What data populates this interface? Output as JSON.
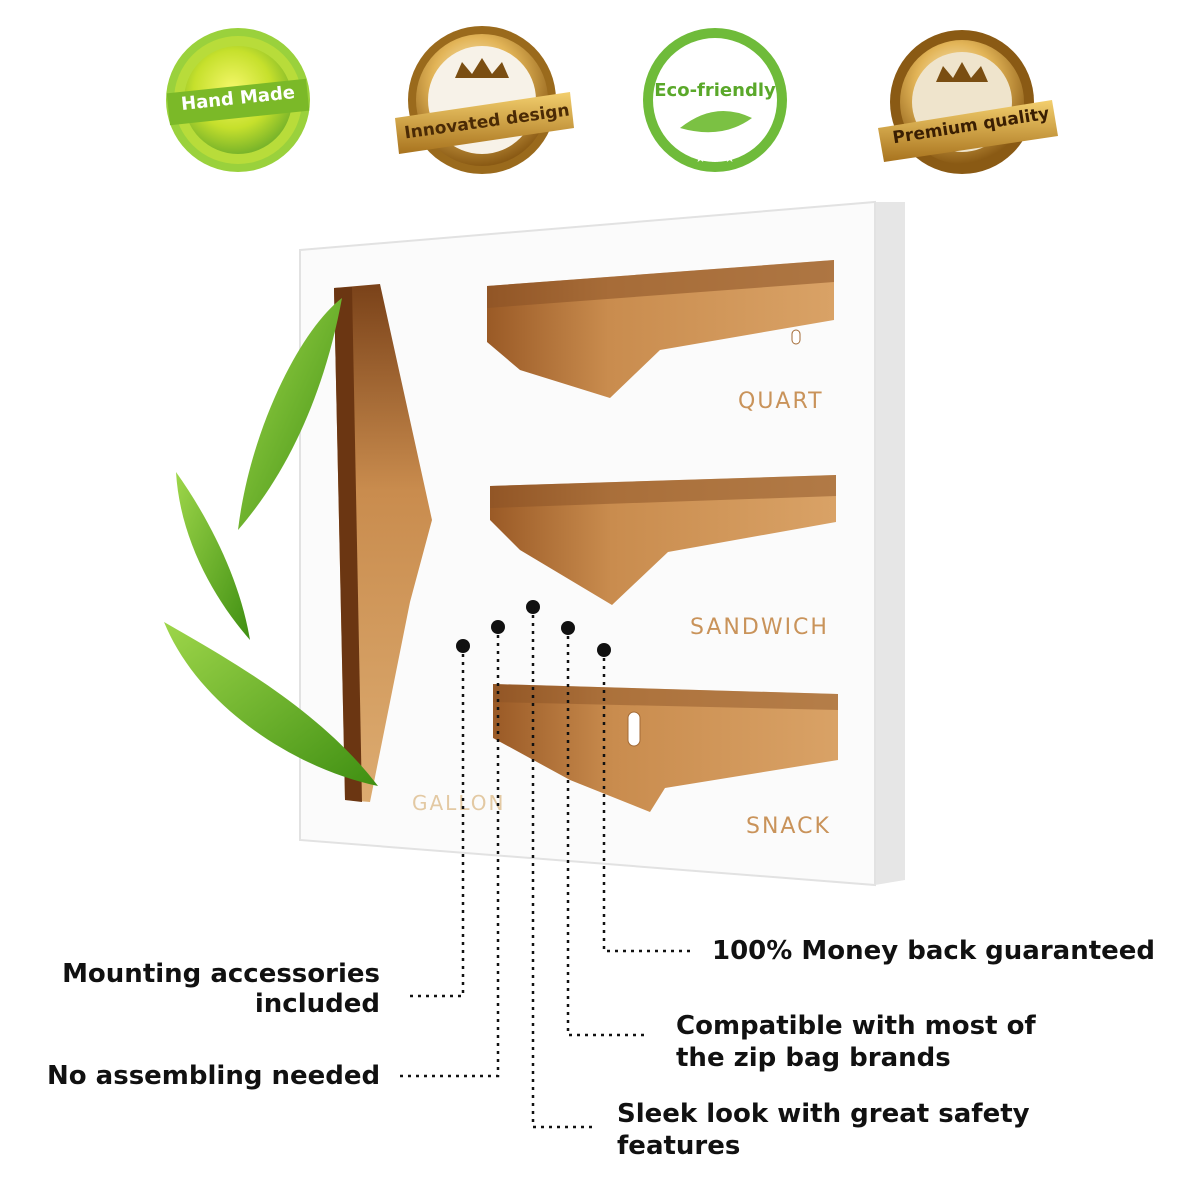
{
  "badges": [
    {
      "label": "Hand Made",
      "color": "#8cc63f"
    },
    {
      "label": "Innovated design",
      "color": "#c8902e"
    },
    {
      "label": "Eco-friendly",
      "color": "#7bc143"
    },
    {
      "label": "Premium quality",
      "color": "#b9862a"
    }
  ],
  "product": {
    "slots": {
      "quart": "QUART",
      "sandwich": "SANDWICH",
      "snack": "SNACK",
      "gallon": "GALLON"
    }
  },
  "callouts": {
    "money_back": "100% Money back guaranteed",
    "compatible_line1": "Compatible with most of",
    "compatible_line2": "the zip bag brands",
    "sleek_line1": "Sleek look with great safety",
    "sleek_line2": "features",
    "mounting_line1": "Mounting accessories",
    "mounting_line2": "included",
    "no_assembly": "No assembling needed"
  },
  "colors": {
    "bamboo": "#c98c4e",
    "bamboo_dark": "#8a5226",
    "leaf": "#6bbf2a",
    "text": "#111111"
  }
}
